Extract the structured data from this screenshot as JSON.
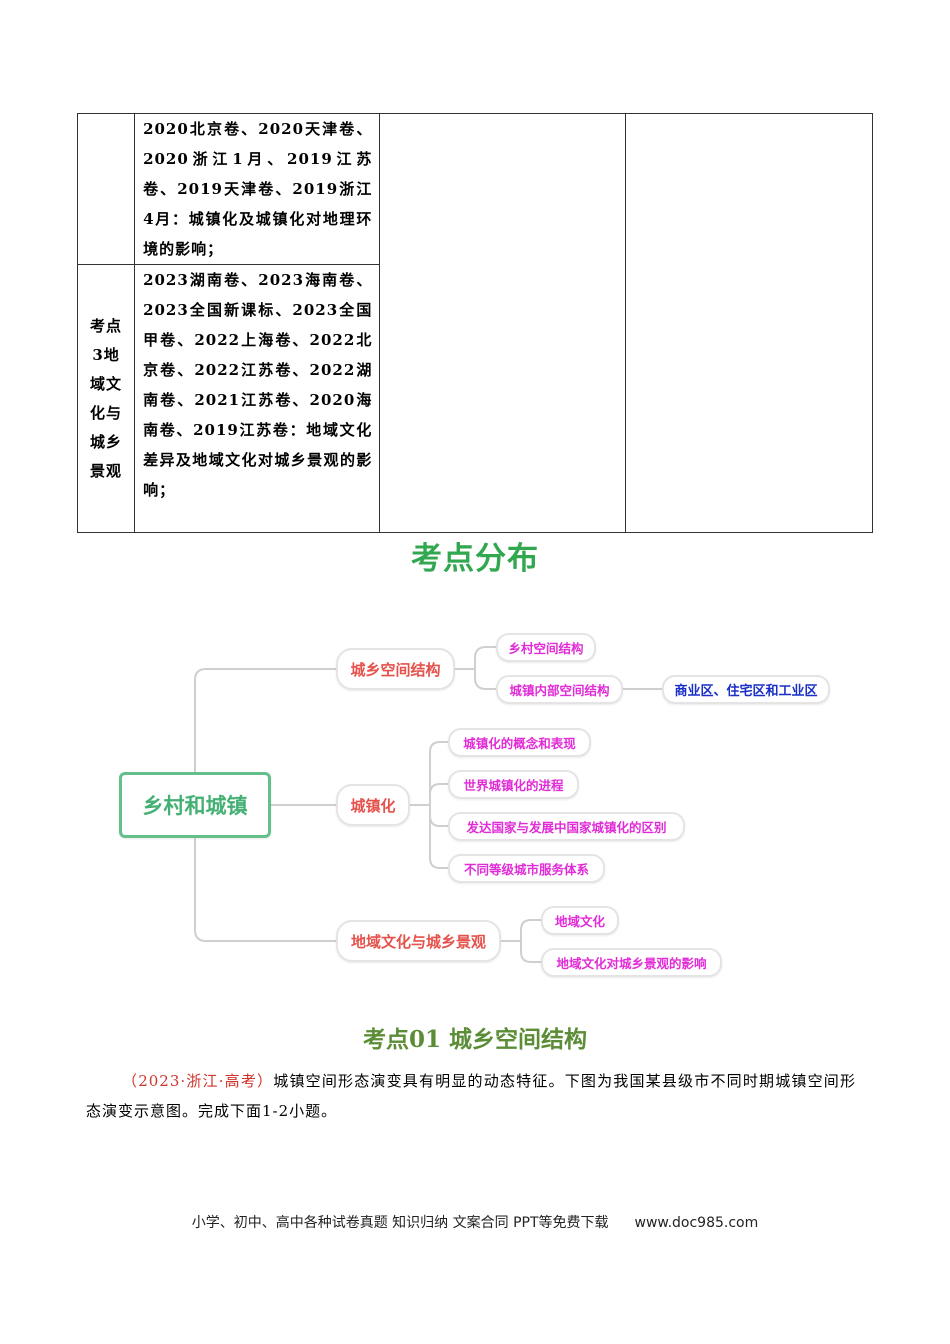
{
  "table": {
    "rows": [
      {
        "topic": "",
        "exams": "2020北京卷、2020天津卷、2020浙江1月、2019江苏卷、2019天津卷、2019浙江4月：城镇化及城镇化对地理环境的影响；"
      },
      {
        "topic": "考点3地域文化与城乡景观",
        "exams": "2023湖南卷、2023海南卷、2023全国新课标、2023全国甲卷、2022上海卷、2022北京卷、2022江苏卷、2022湖南卷、2021江苏卷、2020海南卷、2019江苏卷：地域文化差异及地域文化对城乡景观的影响；"
      }
    ]
  },
  "distribution_title": "考点分布",
  "mindmap": {
    "root": "乡村和城镇",
    "branches": [
      {
        "label": "城乡空间结构",
        "leaves": [
          "乡村空间结构",
          "城镇内部空间结构"
        ],
        "sub": "商业区、住宅区和工业区"
      },
      {
        "label": "城镇化",
        "leaves": [
          "城镇化的概念和表现",
          "世界城镇化的进程",
          "发达国家与发展中国家城镇化的区别",
          "不同等级城市服务体系"
        ]
      },
      {
        "label": "地域文化与城乡景观",
        "leaves": [
          "地域文化",
          "地域文化对城乡景观的影响"
        ]
      }
    ],
    "colors": {
      "root": "#44b074",
      "branch": "#e5524b",
      "leaf": "#e12cd7",
      "sub": "#1a2fc7"
    }
  },
  "section": {
    "title": "考点01  城乡空间结构",
    "source": "（2023·浙江·高考）",
    "text": "城镇空间形态演变具有明显的动态特征。下图为我国某县级市不同时期城镇空间形态演变示意图。完成下面1-2小题。"
  },
  "footer": {
    "text": "小学、初中、高中各种试卷真题  知识归纳  文案合同  PPT等免费下载",
    "url": "www.doc985.com"
  }
}
